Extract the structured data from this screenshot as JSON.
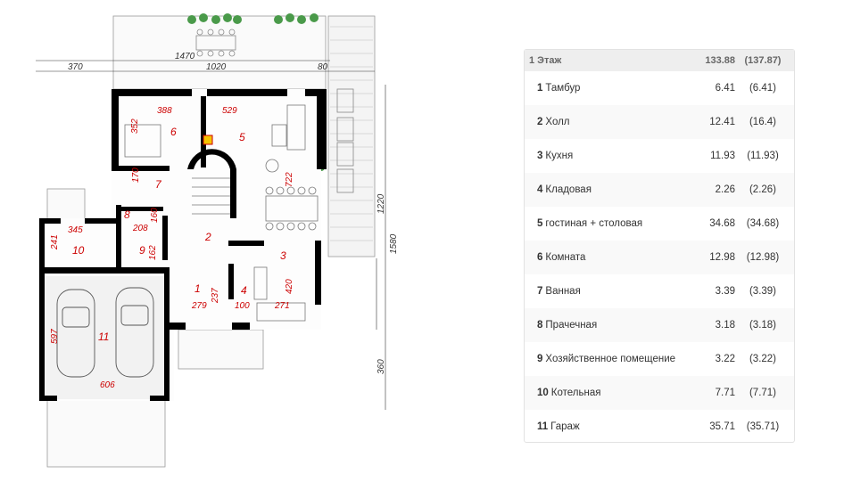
{
  "plan": {
    "dimensions_top": [
      "1470",
      "370",
      "1020",
      "80"
    ],
    "dimensions_right": [
      "1220",
      "1580",
      "360"
    ],
    "rooms": [
      {
        "num": "1",
        "dims": [
          "279",
          "237"
        ]
      },
      {
        "num": "2",
        "dims": []
      },
      {
        "num": "3",
        "dims": [
          "420",
          "271"
        ]
      },
      {
        "num": "4",
        "dims": [
          "100"
        ]
      },
      {
        "num": "5",
        "dims": [
          "529",
          "722"
        ]
      },
      {
        "num": "6",
        "dims": [
          "388",
          "352"
        ]
      },
      {
        "num": "7",
        "dims": [
          "170"
        ]
      },
      {
        "num": "8",
        "dims": [
          "208",
          "160"
        ]
      },
      {
        "num": "9",
        "dims": [
          "162"
        ]
      },
      {
        "num": "10",
        "dims": [
          "345",
          "241"
        ]
      },
      {
        "num": "11",
        "dims": [
          "597",
          "606"
        ]
      }
    ]
  },
  "table": {
    "header": {
      "name": "1 Этаж",
      "area": "133.88",
      "area_total": "(137.87)"
    },
    "rows": [
      {
        "num": "1",
        "name": "Тамбур",
        "area": "6.41",
        "area_total": "(6.41)"
      },
      {
        "num": "2",
        "name": "Холл",
        "area": "12.41",
        "area_total": "(16.4)"
      },
      {
        "num": "3",
        "name": "Кухня",
        "area": "11.93",
        "area_total": "(11.93)"
      },
      {
        "num": "4",
        "name": "Кладовая",
        "area": "2.26",
        "area_total": "(2.26)"
      },
      {
        "num": "5",
        "name": "гостиная + столовая",
        "area": "34.68",
        "area_total": "(34.68)"
      },
      {
        "num": "6",
        "name": "Комната",
        "area": "12.98",
        "area_total": "(12.98)"
      },
      {
        "num": "7",
        "name": "Ванная",
        "area": "3.39",
        "area_total": "(3.39)"
      },
      {
        "num": "8",
        "name": "Прачечная",
        "area": "3.18",
        "area_total": "(3.18)"
      },
      {
        "num": "9",
        "name": "Хозяйственное помещение",
        "area": "3.22",
        "area_total": "(3.22)"
      },
      {
        "num": "10",
        "name": "Котельная",
        "area": "7.71",
        "area_total": "(7.71)"
      },
      {
        "num": "11",
        "name": "Гараж",
        "area": "35.71",
        "area_total": "(35.71)"
      }
    ]
  },
  "colors": {
    "wall": "#000000",
    "dim_red": "#cc0000",
    "plant": "#4a9a4a",
    "fireplace": "#f5c400"
  }
}
